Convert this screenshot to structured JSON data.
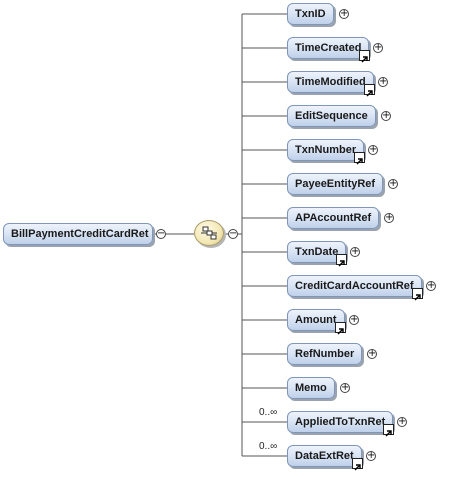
{
  "root": {
    "label": "BillPaymentCreditCardRet"
  },
  "compositor": {
    "type": "sequence",
    "icon": "sequence-compositor-icon"
  },
  "children": [
    {
      "label": "TxnID",
      "has_ref": false,
      "occurs": ""
    },
    {
      "label": "TimeCreated",
      "has_ref": true,
      "occurs": ""
    },
    {
      "label": "TimeModified",
      "has_ref": true,
      "occurs": ""
    },
    {
      "label": "EditSequence",
      "has_ref": false,
      "occurs": ""
    },
    {
      "label": "TxnNumber",
      "has_ref": true,
      "occurs": ""
    },
    {
      "label": "PayeeEntityRef",
      "has_ref": false,
      "occurs": ""
    },
    {
      "label": "APAccountRef",
      "has_ref": false,
      "occurs": ""
    },
    {
      "label": "TxnDate",
      "has_ref": true,
      "occurs": ""
    },
    {
      "label": "CreditCardAccountRef",
      "has_ref": true,
      "occurs": ""
    },
    {
      "label": "Amount",
      "has_ref": true,
      "occurs": ""
    },
    {
      "label": "RefNumber",
      "has_ref": false,
      "occurs": ""
    },
    {
      "label": "Memo",
      "has_ref": false,
      "occurs": ""
    },
    {
      "label": "AppliedToTxnRet",
      "has_ref": true,
      "occurs": "0..∞"
    },
    {
      "label": "DataExtRet",
      "has_ref": true,
      "occurs": "0..∞"
    }
  ],
  "colors": {
    "node_fill": "#d6e2f3",
    "node_border": "#7f96b8",
    "compositor_fill": "#f3e7b4"
  }
}
